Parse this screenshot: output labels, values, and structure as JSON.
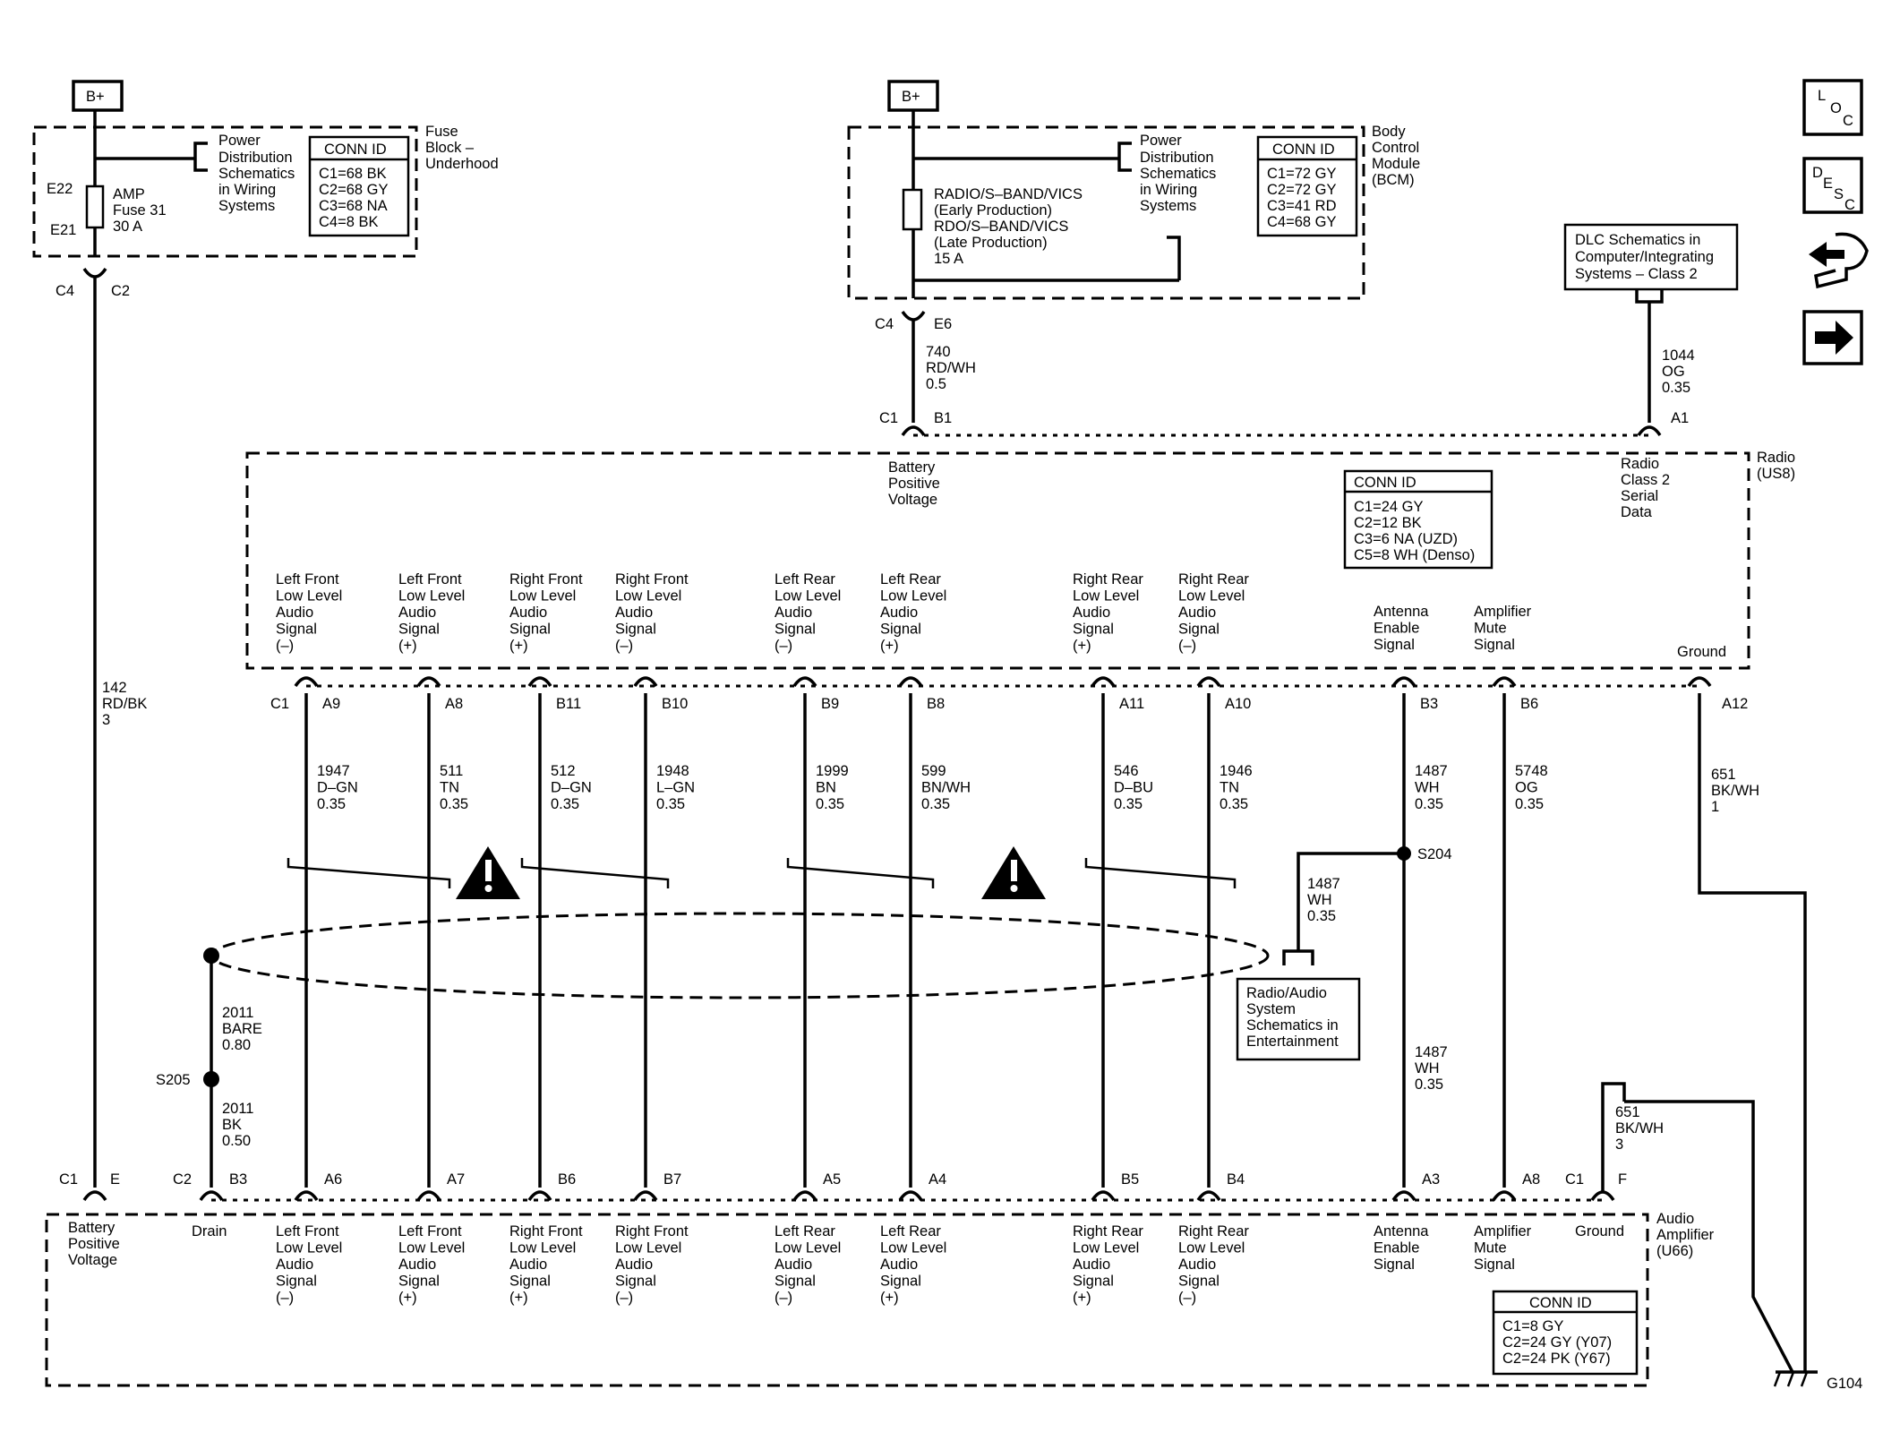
{
  "icons": {
    "loc": [
      "L",
      "O",
      "C"
    ],
    "desc": [
      "D",
      "E",
      "S",
      "C"
    ]
  },
  "fuse_block": {
    "bplus": "B+",
    "label": [
      "Fuse",
      "Block –",
      "Underhood"
    ],
    "power_dist": [
      "Power",
      "Distribution",
      "Schematics",
      "in Wiring",
      "Systems"
    ],
    "conn_id_title": "CONN ID",
    "conn_ids": [
      "C1=68 BK",
      "C2=68 GY",
      "C3=68 NA",
      "C4=8 BK"
    ],
    "fuse_pin_top": "E22",
    "fuse_pin_bottom": "E21",
    "fuse_label": [
      "AMP",
      "Fuse 31",
      "30 A"
    ],
    "conn_left": "C4",
    "conn_right": "C2"
  },
  "bcm": {
    "bplus": "B+",
    "label": [
      "Body",
      "Control",
      "Module",
      "(BCM)"
    ],
    "power_dist": [
      "Power",
      "Distribution",
      "Schematics",
      "in Wiring",
      "Systems"
    ],
    "conn_id_title": "CONN ID",
    "conn_ids": [
      "C1=72 GY",
      "C2=72 GY",
      "C3=41 RD",
      "C4=68 GY"
    ],
    "fuse_label": [
      "RADIO/S–BAND/VICS",
      "(Early Production)",
      "RDO/S–BAND/VICS",
      "(Late Production)",
      "15 A"
    ],
    "conn_left": "C4",
    "conn_right": "E6"
  },
  "dlc_box": [
    "DLC Schematics in",
    "Computer/Integrating",
    "Systems – Class 2"
  ],
  "wire_740": [
    "740",
    "RD/WH",
    "0.5"
  ],
  "wire_1044": [
    "1044",
    "OG",
    "0.35"
  ],
  "wire_142": [
    "142",
    "RD/BK",
    "3"
  ],
  "radio": {
    "label": [
      "Radio",
      "(US8)"
    ],
    "c1_top": "C1",
    "b1": "B1",
    "a1": "A1",
    "battery_label": [
      "Battery",
      "Positive",
      "Voltage"
    ],
    "class2_label": [
      "Radio",
      "Class 2",
      "Serial",
      "Data"
    ],
    "conn_id_title": "CONN ID",
    "conn_ids": [
      "C1=24 GY",
      "C2=12 BK",
      "C3=6 NA (UZD)",
      "C5=8 WH (Denso)"
    ],
    "c1_bottom": "C1",
    "ground_label": "Ground",
    "ground_pin": "A12"
  },
  "signals": [
    {
      "top_label": [
        "Left Front",
        "Low Level",
        "Audio",
        "Signal",
        "(–)"
      ],
      "top_pin": "A9",
      "wire": [
        "1947",
        "D–GN",
        "0.35"
      ],
      "bottom_pin": "A6",
      "bottom_label": [
        "Left Front",
        "Low Level",
        "Audio",
        "Signal",
        "(–)"
      ]
    },
    {
      "top_label": [
        "Left Front",
        "Low Level",
        "Audio",
        "Signal",
        "(+)"
      ],
      "top_pin": "A8",
      "wire": [
        "511",
        "TN",
        "0.35"
      ],
      "bottom_pin": "A7",
      "bottom_label": [
        "Left Front",
        "Low Level",
        "Audio",
        "Signal",
        "(+)"
      ]
    },
    {
      "top_label": [
        "Right Front",
        "Low Level",
        "Audio",
        "Signal",
        "(+)"
      ],
      "top_pin": "B11",
      "wire": [
        "512",
        "D–GN",
        "0.35"
      ],
      "bottom_pin": "B6",
      "bottom_label": [
        "Right Front",
        "Low Level",
        "Audio",
        "Signal",
        "(+)"
      ]
    },
    {
      "top_label": [
        "Right Front",
        "Low Level",
        "Audio",
        "Signal",
        "(–)"
      ],
      "top_pin": "B10",
      "wire": [
        "1948",
        "L–GN",
        "0.35"
      ],
      "bottom_pin": "B7",
      "bottom_label": [
        "Right Front",
        "Low Level",
        "Audio",
        "Signal",
        "(–)"
      ]
    },
    {
      "top_label": [
        "Left Rear",
        "Low Level",
        "Audio",
        "Signal",
        "(–)"
      ],
      "top_pin": "B9",
      "wire": [
        "1999",
        "BN",
        "0.35"
      ],
      "bottom_pin": "A5",
      "bottom_label": [
        "Left Rear",
        "Low Level",
        "Audio",
        "Signal",
        "(–)"
      ]
    },
    {
      "top_label": [
        "Left Rear",
        "Low Level",
        "Audio",
        "Signal",
        "(+)"
      ],
      "top_pin": "B8",
      "wire": [
        "599",
        "BN/WH",
        "0.35"
      ],
      "bottom_pin": "A4",
      "bottom_label": [
        "Left Rear",
        "Low Level",
        "Audio",
        "Signal",
        "(+)"
      ]
    },
    {
      "top_label": [
        "Right Rear",
        "Low Level",
        "Audio",
        "Signal",
        "(+)"
      ],
      "top_pin": "A11",
      "wire": [
        "546",
        "D–BU",
        "0.35"
      ],
      "bottom_pin": "B5",
      "bottom_label": [
        "Right Rear",
        "Low Level",
        "Audio",
        "Signal",
        "(+)"
      ]
    },
    {
      "top_label": [
        "Right Rear",
        "Low Level",
        "Audio",
        "Signal",
        "(–)"
      ],
      "top_pin": "A10",
      "wire": [
        "1946",
        "TN",
        "0.35"
      ],
      "bottom_pin": "B4",
      "bottom_label": [
        "Right Rear",
        "Low Level",
        "Audio",
        "Signal",
        "(–)"
      ]
    },
    {
      "top_label": [
        "Antenna",
        "Enable",
        "Signal"
      ],
      "top_pin": "B3",
      "wire": [
        "1487",
        "WH",
        "0.35"
      ],
      "bottom_pin": "A3",
      "bottom_label": [
        "Antenna",
        "Enable",
        "Signal"
      ]
    },
    {
      "top_label": [
        "Amplifier",
        "Mute",
        "Signal"
      ],
      "top_pin": "B6",
      "wire": [
        "5748",
        "OG",
        "0.35"
      ],
      "bottom_pin": "A8",
      "bottom_label": [
        "Amplifier",
        "Mute",
        "Signal"
      ]
    }
  ],
  "splice_s204": "S204",
  "wire_1487_branch": [
    "1487",
    "WH",
    "0.35"
  ],
  "wire_1487_lower": [
    "1487",
    "WH",
    "0.35"
  ],
  "entertainment_box": [
    "Radio/Audio",
    "System",
    "Schematics in",
    "Entertainment"
  ],
  "wire_651_top": [
    "651",
    "BK/WH",
    "1"
  ],
  "wire_651_bottom": [
    "651",
    "BK/WH",
    "3"
  ],
  "wire_2011_bare": [
    "2011",
    "BARE",
    "0.80"
  ],
  "splice_s205": "S205",
  "wire_2011_bk": [
    "2011",
    "BK",
    "0.50"
  ],
  "amplifier": {
    "label": [
      "Audio",
      "Amplifier",
      "(U66)"
    ],
    "c1_left": "C1",
    "e_pin": "E",
    "battery_label": [
      "Battery",
      "Positive",
      "Voltage"
    ],
    "c2": "C2",
    "b3": "B3",
    "drain_label": "Drain",
    "c1_right": "C1",
    "f_pin": "F",
    "ground_label": "Ground",
    "conn_id_title": "CONN ID",
    "conn_ids": [
      "C1=8 GY",
      "C2=24 GY (Y07)",
      "C2=24 PK (Y67)"
    ]
  },
  "ground_g104": "G104"
}
